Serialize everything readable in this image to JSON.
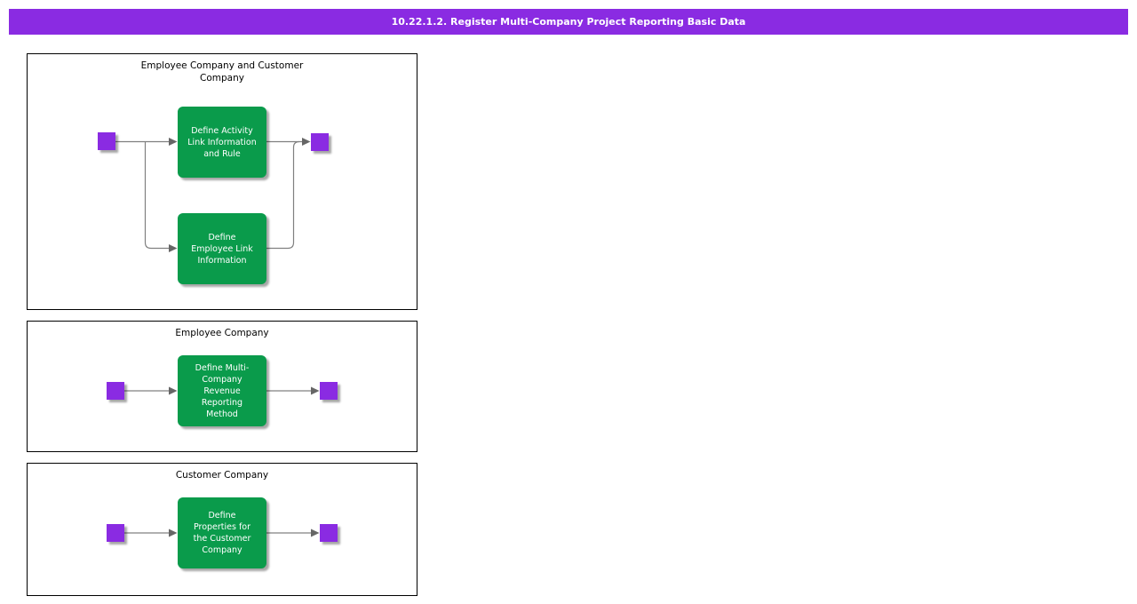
{
  "title_bar": {
    "text": "10.22.1.2. Register Multi-Company Project Reporting Basic Data"
  },
  "colors": {
    "titlebar-bg": "#8a2be2",
    "node-green": "#0a9b4b",
    "node-purple": "#8a2be2",
    "line-gray": "#808080",
    "arrow-gray": "#666666",
    "lane-border": "#000000",
    "lane-bg": "#ffffff",
    "node-text": "#ffffff",
    "title-text": "#ffffff",
    "lane-title-text": "#000000"
  },
  "lanes": [
    {
      "title": "Employee Company and Customer\nCompany",
      "tasks": [
        {
          "label": "Define Activity\nLink Information\nand Rule"
        },
        {
          "label": "Define\nEmployee Link\nInformation"
        }
      ]
    },
    {
      "title": "Employee Company",
      "tasks": [
        {
          "label": "Define Multi-\nCompany\nRevenue\nReporting\nMethod"
        }
      ]
    },
    {
      "title": "Customer Company",
      "tasks": [
        {
          "label": "Define\nProperties for\nthe Customer\nCompany"
        }
      ]
    }
  ]
}
